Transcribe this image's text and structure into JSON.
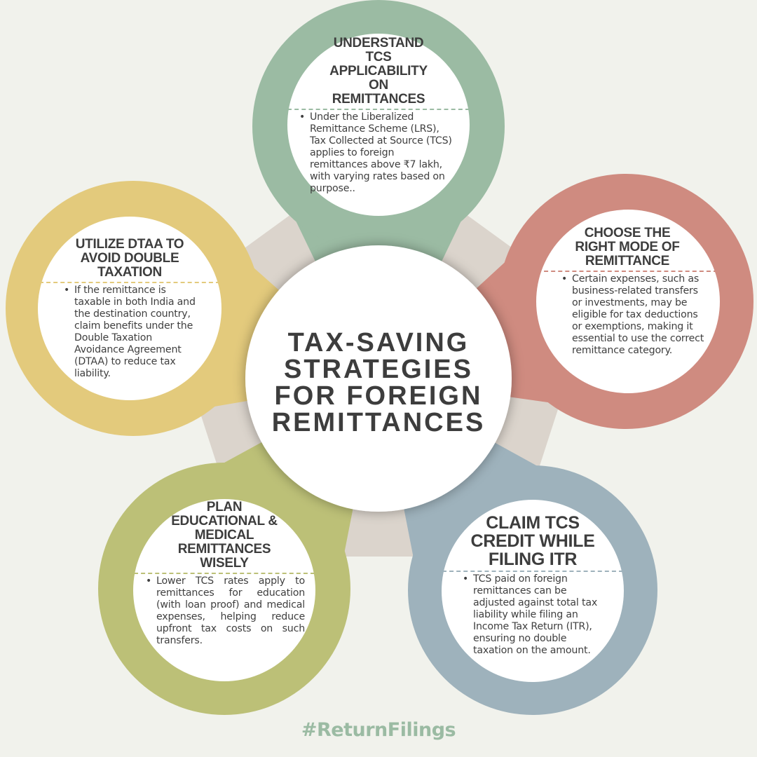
{
  "theme": {
    "background": "#f1f2ec",
    "pentagon": "#dbd4cc",
    "text": "#3d3d3d",
    "hashtag": "#9bbba3"
  },
  "center": {
    "title_lines": [
      "TAX-SAVING",
      "STRATEGIES",
      "FOR FOREIGN",
      "REMITTANCES"
    ]
  },
  "strategies": [
    {
      "id": "tcs-applicability",
      "color": "#9bbba3",
      "title_lines": [
        "UNDERSTAND",
        "TCS",
        "APPLICABILITY",
        "ON",
        "REMITTANCES"
      ],
      "bullet": "Under the Liberalized Remittance Scheme (LRS), Tax Collected at Source (TCS) applies to foreign remittances above ₹7 lakh, with varying rates based on purpose.."
    },
    {
      "id": "dtaa",
      "color": "#e3ca7c",
      "title_lines": [
        "UTILIZE DTAA TO",
        "AVOID DOUBLE",
        "TAXATION"
      ],
      "bullet": "If the remittance is taxable in both India and the destination country, claim benefits under the Double Taxation Avoidance Agreement (DTAA) to reduce tax liability."
    },
    {
      "id": "mode-of-remittance",
      "color": "#cf8b80",
      "title_lines": [
        "CHOOSE THE",
        "RIGHT MODE OF",
        "REMITTANCE"
      ],
      "bullet": "Certain expenses, such as business-related transfers or investments, may be eligible for tax deductions or exemptions, making it essential to use the correct remittance category."
    },
    {
      "id": "educational-medical",
      "color": "#bcc077",
      "title_lines": [
        "PLAN",
        "EDUCATIONAL &",
        "MEDICAL",
        "REMITTANCES",
        "WISELY"
      ],
      "bullet": "Lower TCS rates apply to remittances for education (with loan proof) and medical expenses, helping reduce upfront tax costs on such transfers."
    },
    {
      "id": "tcs-credit",
      "color": "#9eb2bc",
      "title_lines": [
        "CLAIM TCS",
        "CREDIT WHILE",
        "FILING ITR"
      ],
      "bullet": "TCS paid on foreign remittances can be adjusted against total tax liability while filing an Income Tax Return (ITR), ensuring no double taxation on the amount."
    }
  ],
  "footer": {
    "hashtag": "#ReturnFilings"
  }
}
